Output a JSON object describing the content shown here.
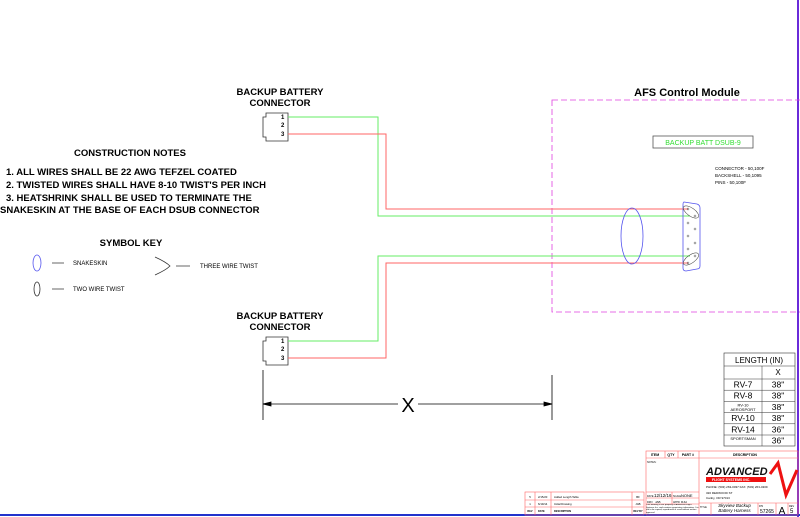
{
  "top_connector": {
    "title_line1": "BACKUP BATTERY",
    "title_line2": "CONNECTOR",
    "pins": [
      "1",
      "2",
      "3"
    ]
  },
  "bottom_connector": {
    "title_line1": "BACKUP BATTERY",
    "title_line2": "CONNECTOR",
    "pins": [
      "1",
      "2",
      "3"
    ]
  },
  "module": {
    "title": "AFS Control Module",
    "dsub_label": "BACKUP BATT DSUB-9",
    "parts": [
      "CONNECTOR - 50,100F",
      "BACKSHELL - 50,1095",
      "PINS - 50,100F"
    ]
  },
  "notes": {
    "title": "CONSTRUCTION NOTES",
    "items": [
      "1. ALL WIRES SHALL BE 22 AWG TEFZEL COATED",
      "2. TWISTED WIRES SHALL HAVE 8-10 TWIST'S PER INCH",
      "3. HEATSHRINK SHALL BE USED TO TERMINATE THE",
      "SNAKESKIN AT THE BASE OF EACH DSUB CONNECTOR"
    ]
  },
  "symbol_key": {
    "title": "SYMBOL KEY",
    "snakeskin": "SNAKESKIN",
    "two_wire": "TWO WIRE TWIST",
    "three_wire": "THREE WIRE TWIST"
  },
  "dimension": {
    "label": "X"
  },
  "length_table": {
    "title": "LENGTH (IN)",
    "col": "X",
    "rows": [
      {
        "model": "RV-7",
        "len": "38\""
      },
      {
        "model": "RV-8",
        "len": "38\""
      },
      {
        "model": "RV-10 AEROSPORT",
        "len": "38\""
      },
      {
        "model": "RV-10",
        "len": "38\""
      },
      {
        "model": "RV-14",
        "len": "36\""
      },
      {
        "model": "SPORTSMAN",
        "len": "36\""
      }
    ]
  },
  "title_block": {
    "headers": [
      "ITEM",
      "QTY",
      "PART #",
      "DESCRIPTION"
    ],
    "notes_label": "NOTES:",
    "company": "ADVANCED",
    "company_sub": "FLIGHT SYSTEMS INC.",
    "phone": "PHONE: (503) 263-0037   FAX: (503) 263-4309",
    "address1": "320 REDWOOD ST",
    "address2": "Canby, OR 97013",
    "date_label": "DATE",
    "date": "12/12/16",
    "scale_label": "SCALE",
    "scale": "NONE",
    "drn_label": "DRN",
    "drn": "JAB",
    "appd_label": "APPD",
    "appd": "RJH",
    "proprietary": "This drawing is the property of Advanced Flight Systems Inc. and contains proprietary information. It is not to be copied, reproduced or used without written approval.",
    "title_label": "TITLE",
    "title": "Skyview Backup Battery Harness",
    "pn_label": "P/N",
    "pn": "57265",
    "size": "A",
    "rev_label": "REV",
    "rev": "5",
    "revisions": [
      {
        "rev": "5",
        "date": "2/15/20",
        "desc": "Added Length Table",
        "by": "BF"
      },
      {
        "rev": "1",
        "date": "6/19/14",
        "desc": "Initial Drawing",
        "by": "JAB"
      }
    ],
    "rev_headers": [
      "REV",
      "DATE",
      "DESCRIPTION",
      "REV BY"
    ]
  }
}
